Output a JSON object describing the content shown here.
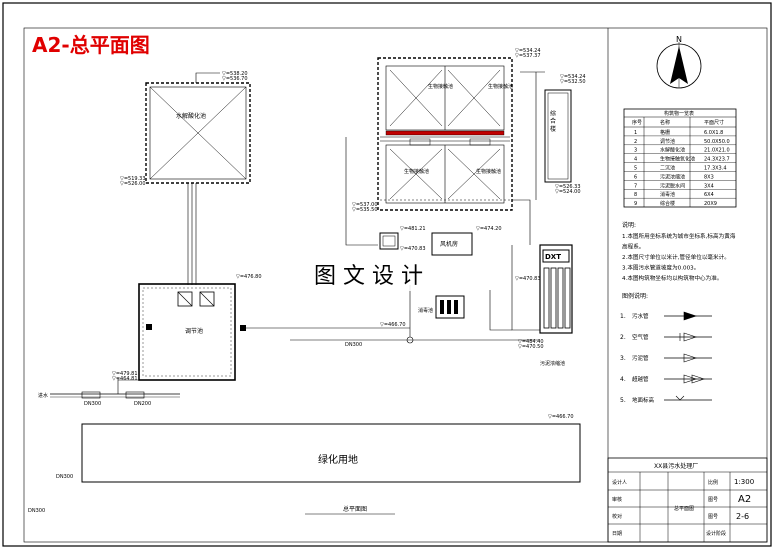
{
  "drawing_title": "A2-总平面图",
  "watermark": "图 文 设 计",
  "north_label": "N",
  "buildings": {
    "top_left": "水解酸化池",
    "ww1": "生物接触池",
    "ww2": "生物接触池",
    "ww3": "生物接触池",
    "ww4": "生物接触池",
    "right_side": "综 合 楼",
    "pump_room": "风机房",
    "bottom_left": "调节池",
    "green_area": "绿化用地",
    "tank_label": "消毒池",
    "filter_label": "污泥浓缩池"
  },
  "elevations": {
    "e1": "▽=538.20",
    "e1b": "▽=536.70",
    "e2": "▽=534.24",
    "e2b": "▽=537.37",
    "e3": "▽=534.24",
    "e3b": "▽=532.50",
    "e4": "▽=537.00",
    "e4b": "▽=535.50",
    "e5": "▽=519.33",
    "e5b": "▽=526.00",
    "e6": "▽=526.33",
    "e6b": "▽=524.00",
    "e7": "▽=481.21",
    "e8": "▽=470.83",
    "e9": "▽=474.20",
    "e10": "▽=470.83",
    "e11": "▽=484.40",
    "e12": "▽=470.50",
    "e13": "▽=466.70",
    "e14": "▽=476.80",
    "e15": "▽=479.81",
    "e16": "▽=464.81",
    "e17": "▽=466.70"
  },
  "pipe_labels": {
    "p1": "DN300",
    "p2": "DN300",
    "p3": "DN200",
    "p4": "DN300",
    "p5": "DN300"
  },
  "table": {
    "title": "构筑物一览表",
    "headers": [
      "序号",
      "名称",
      "平面尺寸"
    ],
    "rows": [
      [
        "1",
        "格栅",
        "6.0X1.8"
      ],
      [
        "2",
        "调节池",
        "50.0X50.0"
      ],
      [
        "3",
        "水解酸化池",
        "21.0X21.0"
      ],
      [
        "4",
        "生物接触氧化池",
        "24.3X23.7"
      ],
      [
        "5",
        "二沉池",
        "17.3X3.4"
      ],
      [
        "6",
        "污泥浓缩池",
        "8X3"
      ],
      [
        "7",
        "污泥脱水间",
        "3X4"
      ],
      [
        "8",
        "消毒池",
        "6X4"
      ],
      [
        "9",
        "综合楼",
        "20X9"
      ]
    ]
  },
  "notes": {
    "heading": "说明:",
    "items": [
      "1.本图所用坐标系统为城市坐标系,标高为黄海",
      "  高程系。",
      "2.本图尺寸单位以米计,管径单位以毫米计。",
      "3.本图污水管道坡度为0.003。",
      "4.本图构筑物坐标均以构筑物中心为准。"
    ]
  },
  "legend": {
    "heading": "图例说明:",
    "items": [
      {
        "num": "1.",
        "label": "污水管"
      },
      {
        "num": "2.",
        "label": "空气管"
      },
      {
        "num": "3.",
        "label": "污泥管"
      },
      {
        "num": "4.",
        "label": "超越管"
      },
      {
        "num": "5.",
        "label": "地面标高"
      }
    ]
  },
  "title_block": {
    "project": "XX县污水处理厂",
    "r1c1": "设计人",
    "r1c3": "比例",
    "r1c4": "1:300",
    "r2c1": "审核",
    "r2c3": "图号",
    "r2c4": "A2",
    "r3c1": "校对",
    "r3c2": "总平面图",
    "r3c3": "图号",
    "r3c4": "2-6",
    "r4c1": "日期",
    "r4c3": "设计阶段"
  },
  "bottom_caption": "总平面图"
}
